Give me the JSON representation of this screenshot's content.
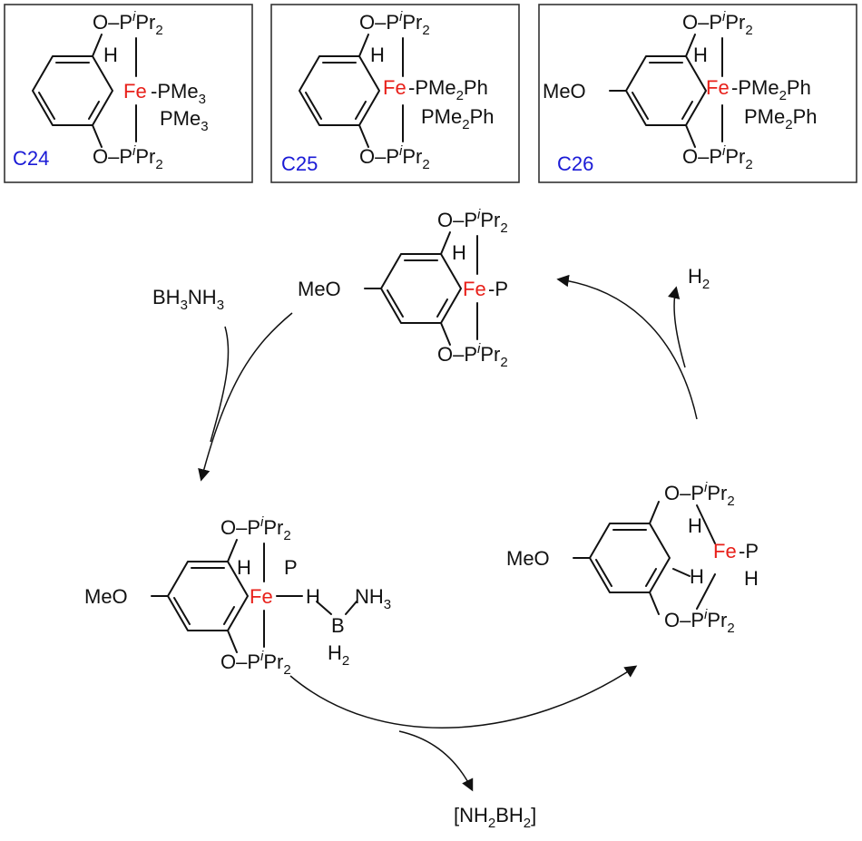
{
  "compounds": [
    {
      "label": "C24",
      "ligand1": "PMe",
      "ligand1_sub": "3",
      "ligand2": "PMe",
      "ligand2_sub": "3"
    },
    {
      "label": "C25",
      "ligand1": "PMe",
      "ligand1_sub": "2",
      "ligand1_tail": "Ph",
      "ligand2": "PMe",
      "ligand2_sub": "2",
      "ligand2_tail": "Ph"
    },
    {
      "label": "C26",
      "substituent": "MeO",
      "ligand1": "PMe",
      "ligand1_sub": "2",
      "ligand1_tail": "Ph",
      "ligand2": "PMe",
      "ligand2_sub": "2",
      "ligand2_tail": "Ph"
    }
  ],
  "atoms": {
    "metal": "Fe",
    "hydride": "H",
    "phosphine_ligand": "P",
    "oxygen_phosphine": "O–P",
    "ipr_sup": "i",
    "ipr_main": "Pr",
    "ipr_sub": "2",
    "methoxy": "MeO",
    "boron": "B",
    "amine": "NH",
    "amine_sub": "3",
    "bh_h": "H",
    "bh_sub": "2"
  },
  "reagents": {
    "borane_ammonia": {
      "a": "BH",
      "a_sub": "3",
      "b": "NH",
      "b_sub": "3"
    },
    "dihydrogen": {
      "a": "H",
      "a_sub": "2"
    },
    "aminoborane": {
      "a": "[NH",
      "a_sub": "2",
      "b": "BH",
      "b_sub": "2",
      "c": "]"
    }
  }
}
